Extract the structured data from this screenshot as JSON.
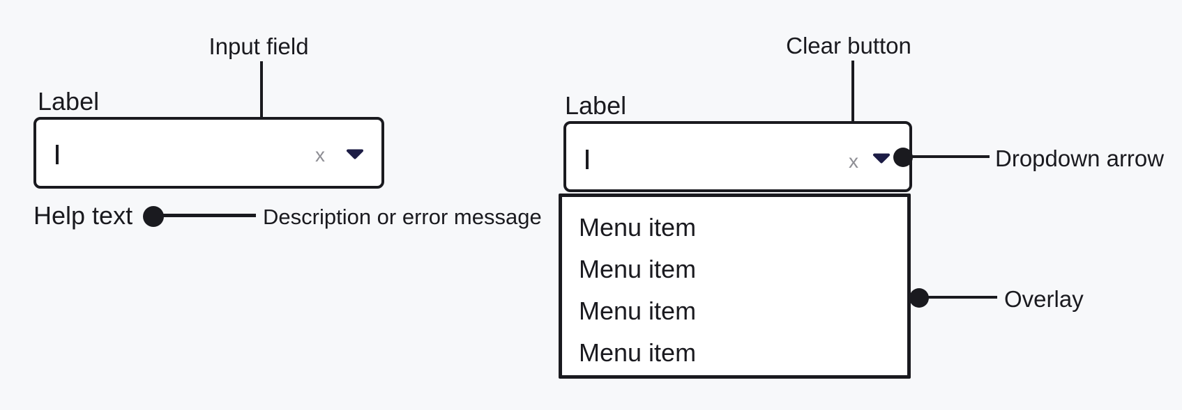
{
  "diagram_title": "combobox-anatomy",
  "colors": {
    "background": "#f7f8fa",
    "ink": "#1a1a1f",
    "field_background": "#ffffff",
    "clear_x_gray": "#8e8e94",
    "dropdown_arrow_navy": "#1c1c45"
  },
  "left_combobox": {
    "label": "Label",
    "input_value": "",
    "clear_label": "x",
    "help_text": "Help text",
    "annotations": {
      "input_field": "Input field",
      "help_description": "Description or error message"
    }
  },
  "right_combobox": {
    "label": "Label",
    "input_value": "",
    "clear_label": "x",
    "menu_items": [
      "Menu item",
      "Menu item",
      "Menu item",
      "Menu item"
    ],
    "annotations": {
      "clear_button": "Clear button",
      "dropdown_arrow": "Dropdown arrow",
      "overlay": "Overlay"
    }
  }
}
